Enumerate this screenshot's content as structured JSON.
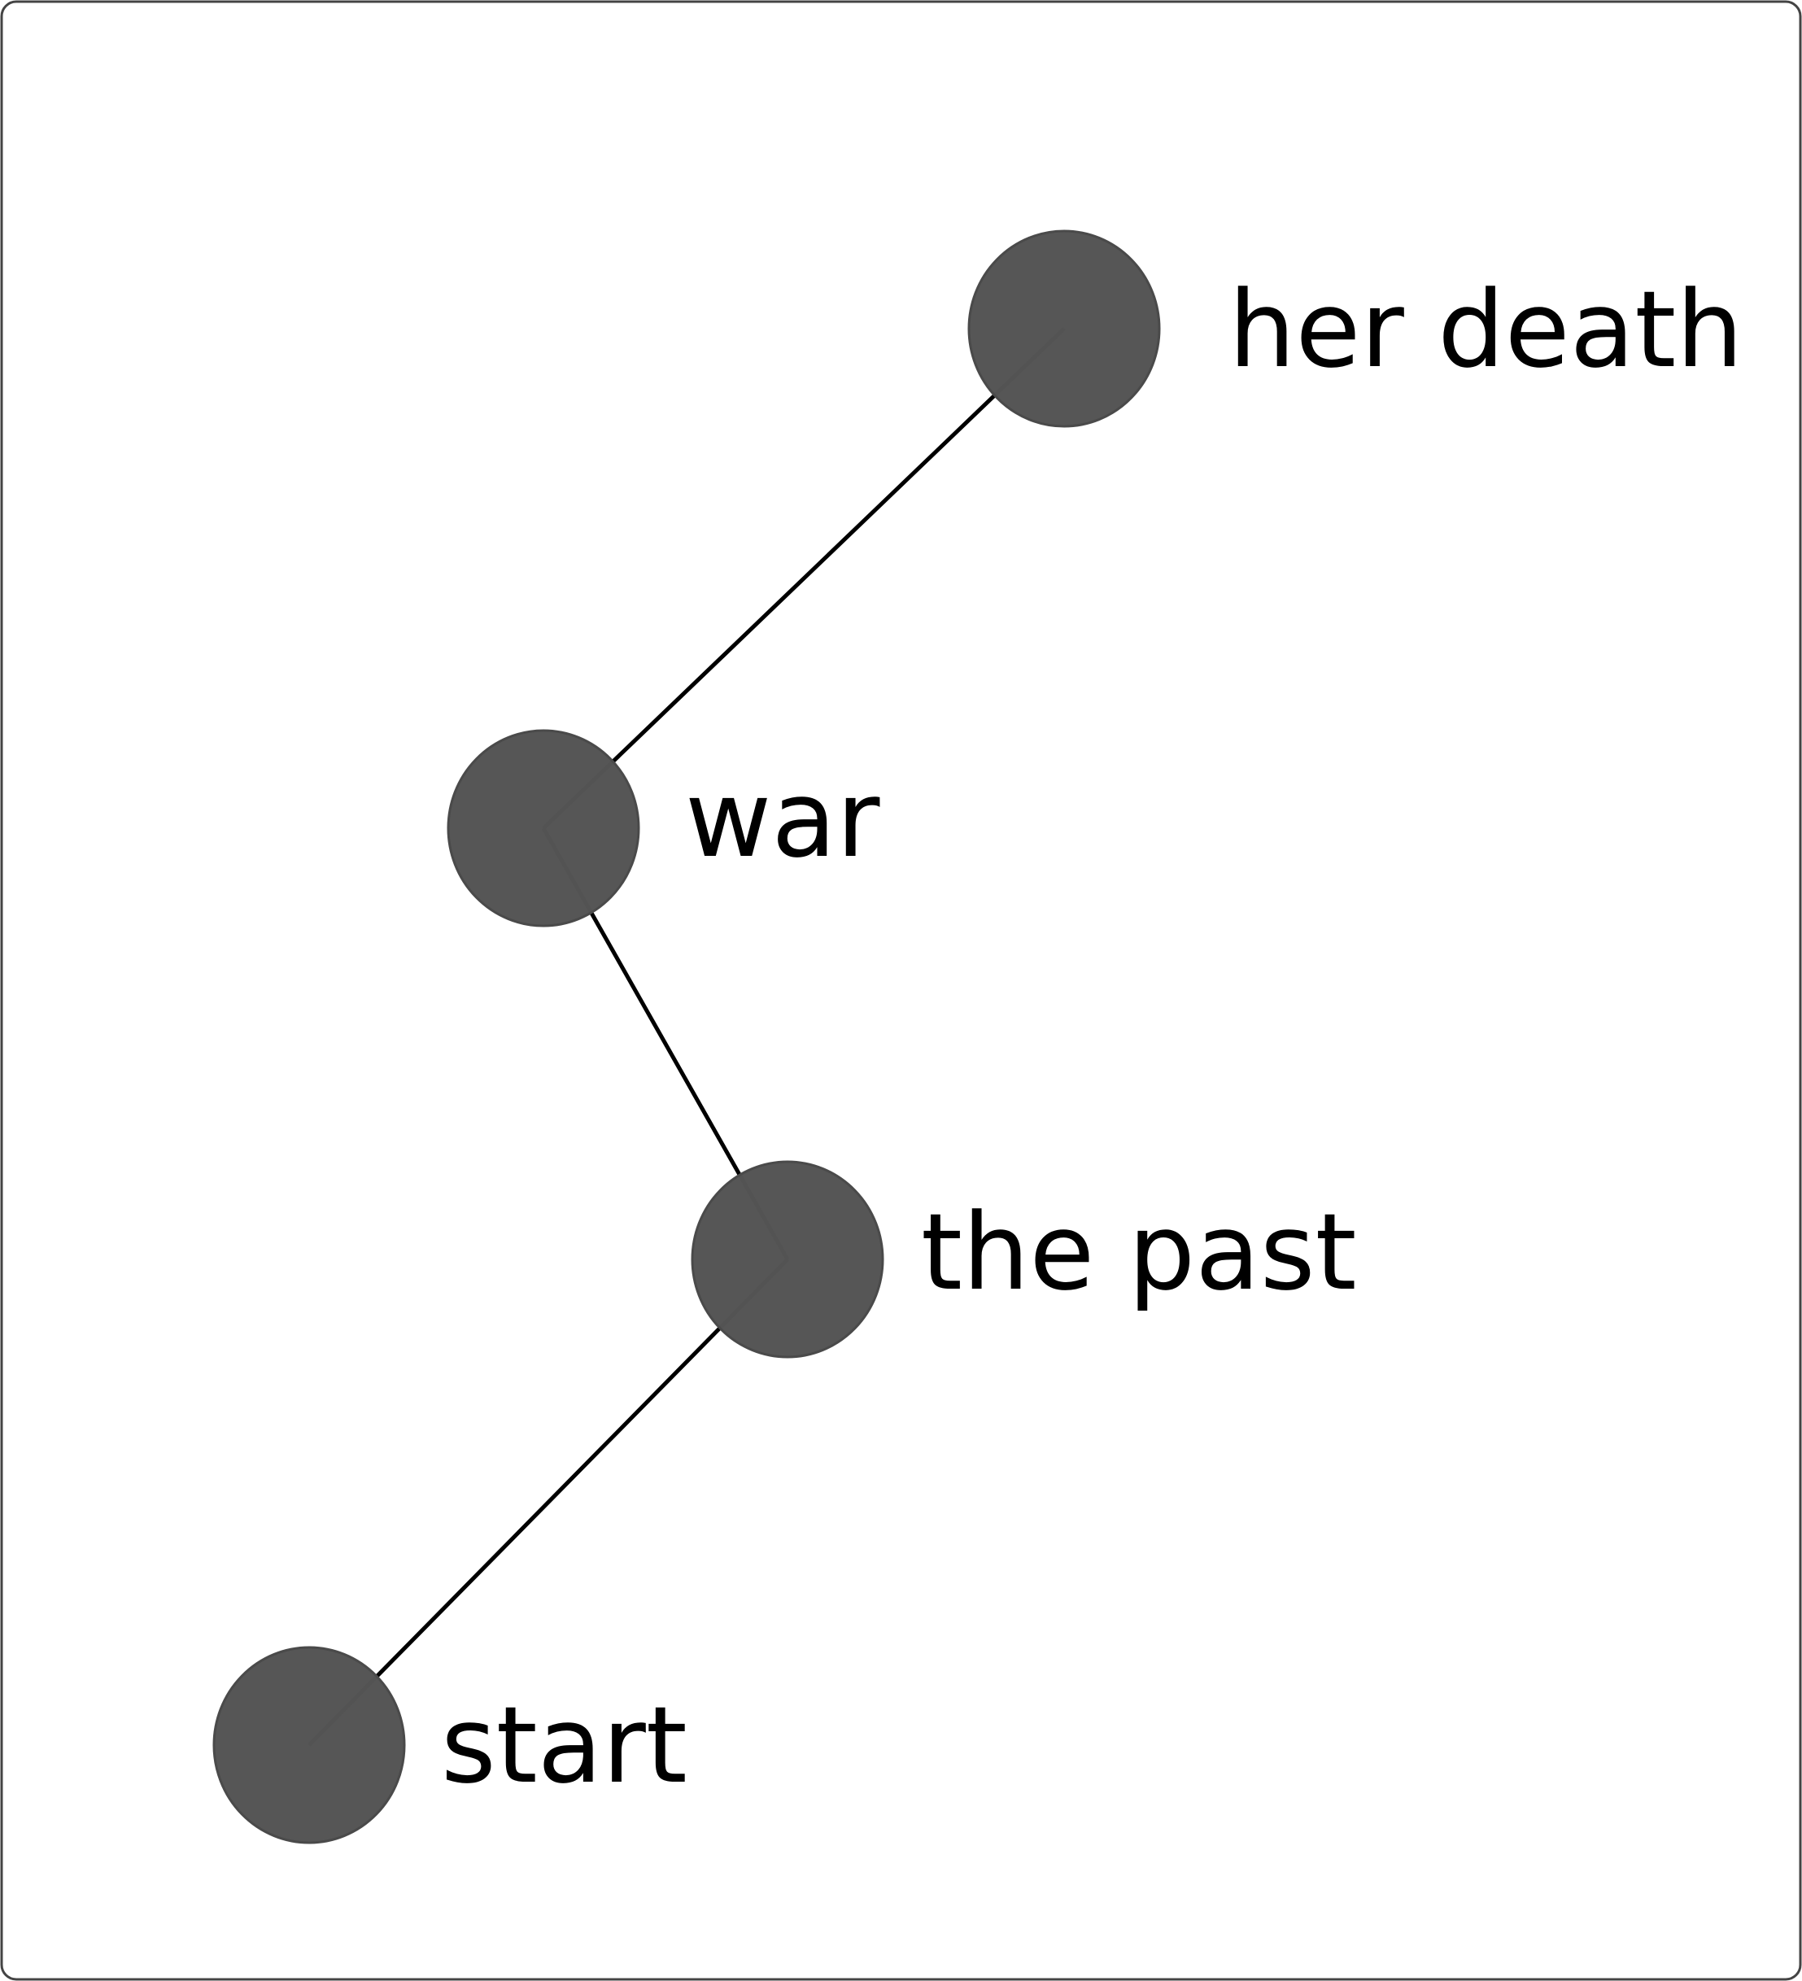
{
  "diagram": {
    "type": "path-graph",
    "colors": {
      "node_fill": "#545454",
      "node_stroke": "#4a4a4a",
      "edge": "#000000",
      "frame": "#444444",
      "background": "#ffffff"
    },
    "nodes": [
      {
        "id": "her-death",
        "label": "her death"
      },
      {
        "id": "war",
        "label": "war"
      },
      {
        "id": "the-past",
        "label": "the past"
      },
      {
        "id": "start",
        "label": "start"
      }
    ],
    "edges": [
      {
        "from": "start",
        "to": "the-past"
      },
      {
        "from": "the-past",
        "to": "war"
      },
      {
        "from": "war",
        "to": "her-death"
      }
    ]
  }
}
